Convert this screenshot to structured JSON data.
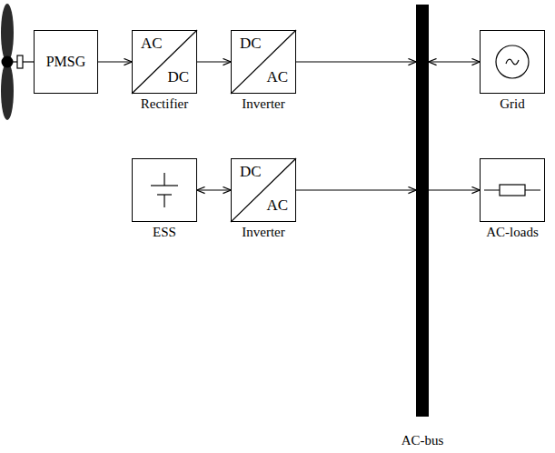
{
  "diagram": {
    "nodes": [
      {
        "text": [
          "PMSG"
        ]
      },
      {
        "text": [
          "AC",
          "DC",
          "Rectifier"
        ]
      },
      {
        "text": [
          "DC",
          "AC",
          "Inverter"
        ]
      },
      {
        "text": [
          "AC-bus"
        ]
      },
      {
        "text": [
          "Grid"
        ]
      },
      {
        "text": [
          "ESS"
        ]
      },
      {
        "text": [
          "DC",
          "AC",
          "Inverter"
        ]
      },
      {
        "text": [
          "AC-loads"
        ]
      }
    ],
    "edges": [
      {
        "from": 0,
        "to": 1,
        "arrow": "to"
      },
      {
        "from": 1,
        "to": 2,
        "arrow": "to"
      },
      {
        "from": 2,
        "to": 3,
        "arrow": "to"
      },
      {
        "from": 3,
        "to": 4,
        "arrow": "both"
      },
      {
        "from": 5,
        "to": 6,
        "arrow": "both"
      },
      {
        "from": 6,
        "to": 3,
        "arrow": "to"
      },
      {
        "from": 3,
        "to": 7,
        "arrow": "to"
      }
    ]
  }
}
